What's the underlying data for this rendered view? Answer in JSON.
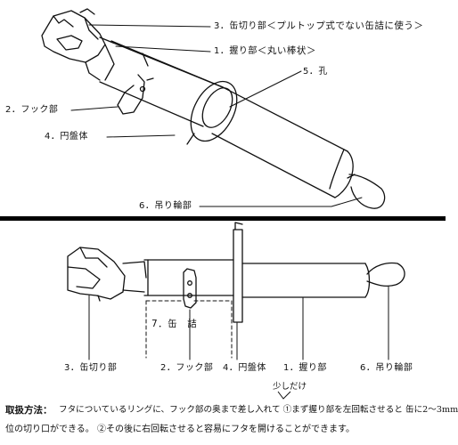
{
  "top_labels": {
    "can_cutter": "3．缶切り部",
    "can_cutter_note": "＜プルトップ式でない缶詰に使う＞",
    "grip": "1．握り部",
    "grip_note": "＜丸い棒状＞",
    "hole": "5．孔",
    "hook": "2．フック部",
    "disc": "4．円盤体",
    "ring": "6．吊り輪部"
  },
  "bottom_labels": {
    "can": "7．缶　詰",
    "can_cutter": "3．缶切り部",
    "hook": "2．フック部",
    "disc": "4．円盤体",
    "grip": "1．握り部",
    "ring": "6．吊り輪部"
  },
  "instructions": {
    "title": "取扱方法：",
    "annotation": "少しだけ",
    "line1": "フタについているリングに、フック部の奥まで差し入れて ①まず握り部を左回転させると 缶に2〜3mm",
    "line2": "位の切り口ができる。 ②その後に右回転させると容易にフタを開けることができます。"
  },
  "colors": {
    "ink": "#111111",
    "divider": "#000000"
  }
}
